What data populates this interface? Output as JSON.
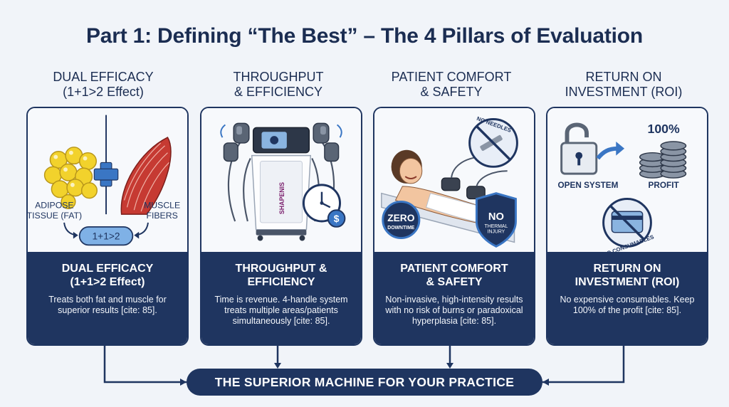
{
  "title": "Part 1: Defining “The Best” – The 4 Pillars of Evaluation",
  "pillars": [
    {
      "head_line1": "DUAL EFFICACY",
      "head_line2": "(1+1>2 Effect)",
      "label_left_1": "ADIPOSE",
      "label_left_2": "TISSUE (FAT)",
      "label_right_1": "MUSCLE",
      "label_right_2": "FIBERS",
      "formula": "1+1>2",
      "panel_title_1": "DUAL EFFICACY",
      "panel_title_2": "(1+1>2 Effect)",
      "panel_desc": "Treats both fat and muscle for superior results [cite: 85]."
    },
    {
      "head_line1": "THROUGHPUT",
      "head_line2": "& EFFICIENCY",
      "brand": "SHAPENIS",
      "panel_title_1": "THROUGHPUT &",
      "panel_title_2": "EFFICIENCY",
      "panel_desc": "Time is revenue. 4-handle system treats multiple areas/patients simultaneously [cite: 85]."
    },
    {
      "head_line1": "PATIENT COMFORT",
      "head_line2": "& SAFETY",
      "badge_needles": "NO NEEDLES",
      "badge_zero_1": "ZERO",
      "badge_zero_2": "DOWNTIME",
      "badge_no": "NO",
      "badge_thermal_1": "THERMAL",
      "badge_thermal_2": "INJURY",
      "panel_title_1": "PATIENT COMFORT",
      "panel_title_2": "& SAFETY",
      "panel_desc": "Non-invasive, high-intensity results with no risk of burns or paradoxical hyperplasia [cite: 85]."
    },
    {
      "head_line1": "RETURN ON",
      "head_line2": "INVESTMENT (ROI)",
      "label_open": "OPEN SYSTEM",
      "label_percent": "100%",
      "label_profit": "PROFIT",
      "label_consumables": "NO CONSUMABLES",
      "panel_title_1": "RETURN ON",
      "panel_title_2": "INVESTMENT (ROI)",
      "panel_desc": "No expensive consumables. Keep 100% of the profit [cite: 85]."
    }
  ],
  "bottom_banner": "THE SUPERIOR MACHINE FOR YOUR PRACTICE",
  "colors": {
    "navy": "#1f3560",
    "background": "#f1f4f9",
    "accent_blue": "#3a76c4",
    "fat_yellow": "#f2d22c",
    "muscle_red": "#c63a32"
  }
}
